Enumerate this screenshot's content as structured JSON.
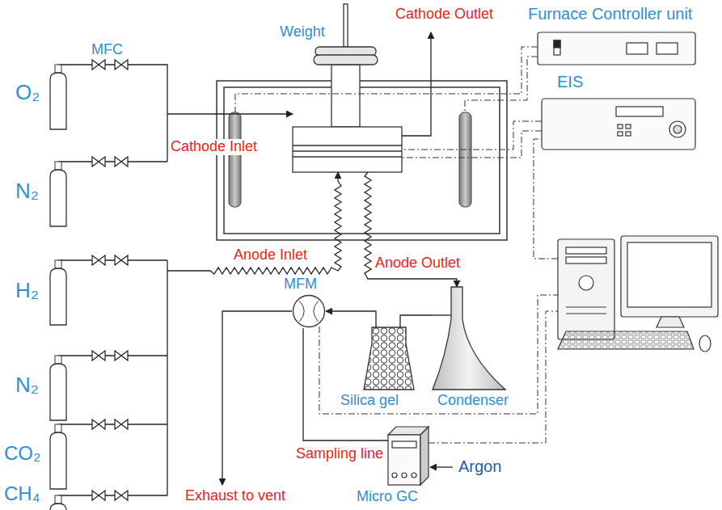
{
  "diagram": {
    "nodes": [
      {
        "text": [
          "Weight"
        ]
      },
      {
        "text": [
          "Furnace Controller unit"
        ]
      },
      {
        "text": [
          "EIS"
        ]
      },
      {
        "text": [
          "O₂"
        ]
      },
      {
        "text": [
          "N₂"
        ]
      },
      {
        "text": [
          "H₂"
        ]
      },
      {
        "text": [
          "N₂"
        ]
      },
      {
        "text": [
          "CO₂"
        ]
      },
      {
        "text": [
          "CH₄"
        ]
      },
      {
        "text": [
          "Condenser"
        ]
      },
      {
        "text": [
          "Silica gel"
        ]
      },
      {
        "text": [
          "MFM"
        ]
      },
      {
        "text": [
          "Micro GC"
        ]
      }
    ],
    "edges": [
      {
        "from": 9,
        "to": 10,
        "arrow": "none"
      },
      {
        "from": 10,
        "to": 11,
        "arrow": "to"
      },
      {
        "from": 11,
        "to": 12,
        "label": "Sampling line",
        "arrow": "none"
      }
    ],
    "labels": [
      "MFC",
      "Cathode Outlet",
      "Cathode Inlet",
      "Anode Inlet",
      "Anode Outlet",
      "Argon",
      "Exhaust to vent"
    ]
  }
}
